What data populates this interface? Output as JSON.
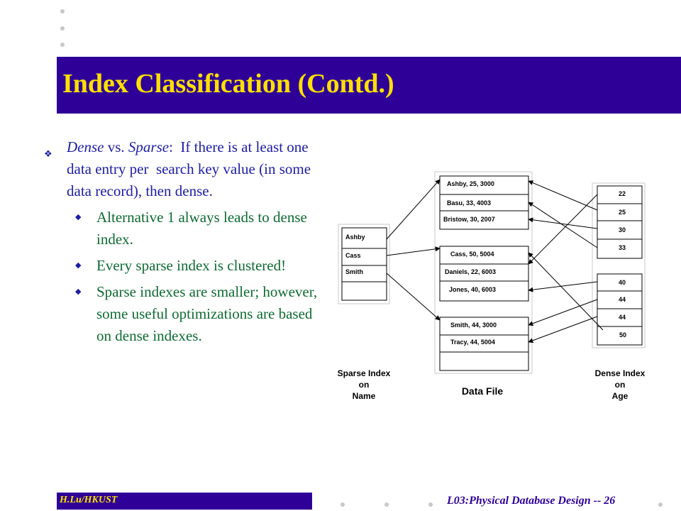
{
  "slide": {
    "title": "Index Classification (Contd.)",
    "bullet_main": {
      "term1": "Dense",
      "vs": " vs. ",
      "term2": "Sparse",
      "rest": ":  If there is at least one data entry per  search key value (in some data record), then dense."
    },
    "sub_bullets": [
      "Alternative 1 always leads to dense index.",
      "Every sparse index is clustered!",
      "Sparse indexes are smaller; however, some useful optimizations are based on dense indexes."
    ],
    "bullet_icons": {
      "main": "diamond-bullet-icon",
      "sub": "small-diamond-bullet-icon"
    }
  },
  "diagram": {
    "sparse_entries": [
      "Ashby",
      "Cass",
      "Smith"
    ],
    "sparse_caption": [
      "Sparse Index",
      "on",
      "Name"
    ],
    "data_pages": [
      [
        "Ashby, 25, 3000",
        "Basu, 33, 4003",
        "Bristow, 30, 2007"
      ],
      [
        "Cass, 50, 5004",
        "Daniels, 22, 6003",
        "Jones, 40, 6003"
      ],
      [
        "Smith, 44, 3000",
        "Tracy, 44, 5004"
      ]
    ],
    "data_caption": "Data File",
    "dense_groups": [
      [
        "22",
        "25",
        "30",
        "33"
      ],
      [
        "40",
        "44",
        "44",
        "50"
      ]
    ],
    "dense_caption": [
      "Dense Index",
      "on",
      "Age"
    ],
    "links": {
      "sparse_to_page": [
        0,
        1,
        2
      ],
      "dense_to_record": [
        [
          1,
          0
        ],
        [
          0,
          0
        ],
        [
          0,
          2
        ],
        [
          0,
          1
        ],
        [
          1,
          2
        ],
        [
          2,
          0
        ],
        [
          2,
          1
        ],
        [
          1,
          0
        ]
      ]
    }
  },
  "footer": {
    "left": "H.Lu/HKUST",
    "right": "L03:Physical Database Design -- 26"
  },
  "colors": {
    "title_bg": "#2e0098",
    "title_text": "#ffe000",
    "bullet_text": "#1d1da8",
    "sub_bullet_text": "#0e6b32"
  }
}
